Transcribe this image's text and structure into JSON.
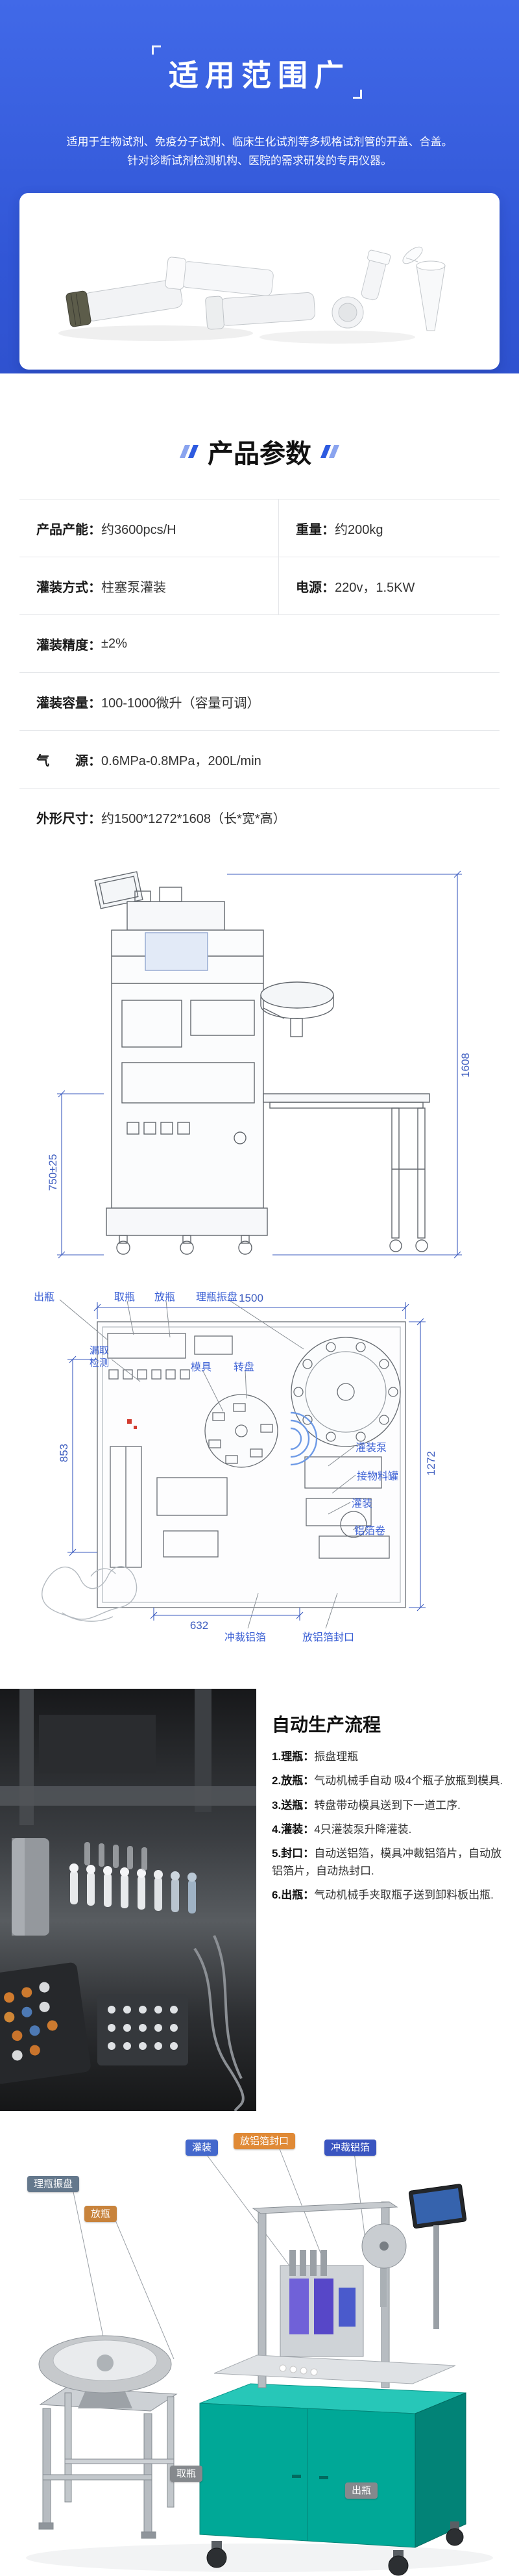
{
  "colors": {
    "hero_gradient_top": "#4169e8",
    "hero_gradient_bottom": "#2f52cf",
    "accent_blue": "#2e5be0",
    "cad_label_blue": "#3a5fd4",
    "cad_dim_blue": "#3b5bbf",
    "machine_teal": "#00a897"
  },
  "hero": {
    "title": "适用范围广",
    "subtitle": "适用于生物试剂、免疫分子试剂、临床生化试剂等多规格试剂管的开盖、合盖。针对诊断试剂检测机构、医院的需求研发的专用仪器。"
  },
  "params": {
    "title": "产品参数",
    "rows": [
      {
        "label": "产品产能：",
        "value": "约3600pcs/H",
        "label2": "重量：",
        "value2": "约200kg"
      },
      {
        "label": "灌装方式：",
        "value": "柱塞泵灌装",
        "label2": "电源：",
        "value2": "220v，1.5KW"
      },
      {
        "label": "灌装精度：",
        "value": "±2%"
      },
      {
        "label": "灌装容量：",
        "value": "100-1000微升（容量可调）"
      },
      {
        "label": "气　　源：",
        "value": "0.6MPa-0.8MPa，200L/min"
      },
      {
        "label": "外形尺寸：",
        "value": "约1500*1272*1608（长*宽*高）"
      }
    ]
  },
  "front_view": {
    "dim_height": "1608",
    "dim_bowl_height": "750±25"
  },
  "top_view": {
    "dim_width": "1500",
    "dim_depth": "1272",
    "dim_left": "853",
    "dim_bottom": "632",
    "labels": {
      "out": "出瓶",
      "pick": "取瓶",
      "place": "放瓶",
      "bowl": "理瓶振盘",
      "leak": "漏取检测",
      "mold": "模具",
      "turntable": "转盘",
      "pump": "灌装泵",
      "tank": "接物料罐",
      "fill": "灌装",
      "foil_roll": "铝箔卷",
      "foil_cut": "冲裁铝箔",
      "foil_seal": "放铝箔封口"
    }
  },
  "process": {
    "title": "自动生产流程",
    "steps": [
      {
        "num": "1.",
        "name": "理瓶：",
        "text": "振盘理瓶"
      },
      {
        "num": "2.",
        "name": "放瓶：",
        "text": "气动机械手自动 吸4个瓶子放瓶到模具."
      },
      {
        "num": "3.",
        "name": "送瓶：",
        "text": "转盘带动模具送到下一道工序."
      },
      {
        "num": "4.",
        "name": "灌装：",
        "text": "4只灌装泵升降灌装."
      },
      {
        "num": "5.",
        "name": "封口：",
        "text": "自动送铝箔，模具冲裁铝箔片，自动放铝箔片，自动热封口."
      },
      {
        "num": "6.",
        "name": "出瓶：",
        "text": "气动机械手夹取瓶子送到卸料板出瓶."
      }
    ]
  },
  "render3d": {
    "labels": [
      {
        "text": "理瓶振盘",
        "color": "#64788c"
      },
      {
        "text": "放瓶",
        "color": "#c8833c"
      },
      {
        "text": "灌装",
        "color": "#4468cc"
      },
      {
        "text": "放铝箔封口",
        "color": "#e08a36"
      },
      {
        "text": "冲裁铝箔",
        "color": "#3a55c0"
      },
      {
        "text": "取瓶",
        "color": "#85898d"
      },
      {
        "text": "出瓶",
        "color": "#85898d"
      }
    ]
  }
}
